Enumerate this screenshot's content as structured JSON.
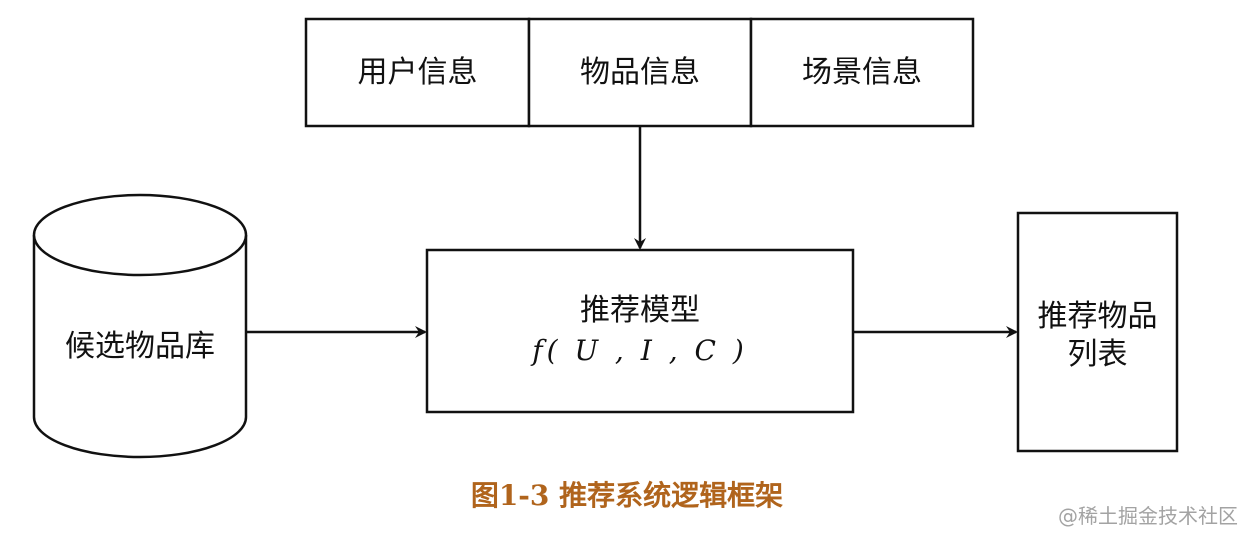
{
  "inputs": {
    "user_info": "用户信息",
    "item_info": "物品信息",
    "scene_info": "场景信息"
  },
  "candidate_db": "候选物品库",
  "model": {
    "label": "推荐模型",
    "formula": "f( U , I , C )"
  },
  "output": {
    "line1": "推荐物品",
    "line2": "列表"
  },
  "caption": "图1-3 推荐系统逻辑框架",
  "watermark": "@稀土掘金技术社区",
  "colors": {
    "stroke": "#111111",
    "caption": "#b0641c",
    "watermark": "#a3a3a3"
  }
}
